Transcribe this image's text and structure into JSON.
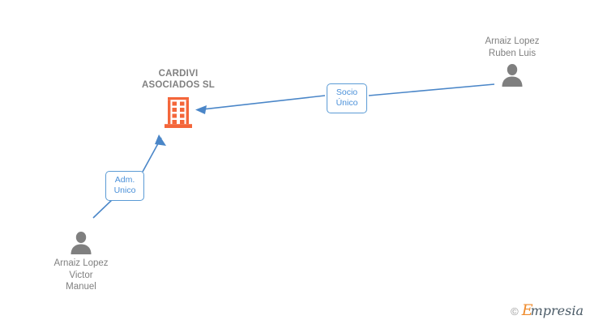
{
  "diagram": {
    "background_color": "#ffffff",
    "company": {
      "name": "CARDIVI\nASOCIADOS SL",
      "icon": "building-icon",
      "icon_color": "#f4663a",
      "label_color": "#808080"
    },
    "people": [
      {
        "id": "person-top-right",
        "name": "Arnaiz Lopez\nRuben Luis",
        "icon": "person-icon",
        "icon_color": "#7f7f7f"
      },
      {
        "id": "person-bottom-left",
        "name": "Arnaiz Lopez\nVictor\nManuel",
        "icon": "person-icon",
        "icon_color": "#7f7f7f"
      }
    ],
    "relations": [
      {
        "id": "socio-unico",
        "label": "Socio\nÚnico",
        "from": "person-top-right",
        "to": "company",
        "color": "#4a90d9"
      },
      {
        "id": "adm-unico",
        "label": "Adm.\nUnico",
        "from": "person-bottom-left",
        "to": "company",
        "color": "#4a90d9"
      }
    ],
    "connector_color": "#4a86c8"
  },
  "watermark": {
    "copyright": "©",
    "brand_initial": "E",
    "brand_rest": "mpresia",
    "brand_initial_color": "#ef8b2c",
    "brand_rest_color": "#4a5a66"
  }
}
